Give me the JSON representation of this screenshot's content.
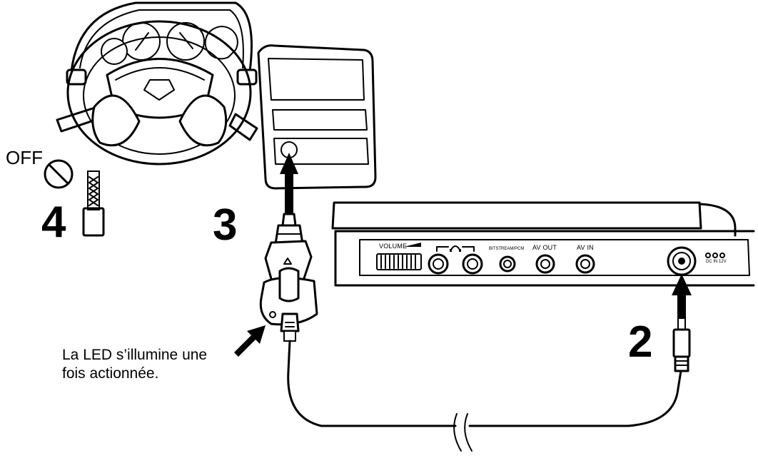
{
  "labels": {
    "step_2": "2",
    "step_3": "3",
    "step_4": "4",
    "off": "OFF",
    "led_note_line1": "La LED s’illumine une",
    "led_note_line2": "fois actionnée."
  },
  "dvd_panel": {
    "volume": "VOLUME",
    "bitstream": "BITSTREAM/PCM",
    "av_out": "AV OUT",
    "av_in": "AV IN",
    "dc_in": "DC IN 12V"
  },
  "colors": {
    "line": "#000000",
    "background": "#ffffff"
  },
  "icons": [
    "steering-wheel",
    "car-dashboard",
    "ignition-key",
    "car-adapter-plug",
    "dc-plug",
    "headphone-icon",
    "cable-break"
  ]
}
